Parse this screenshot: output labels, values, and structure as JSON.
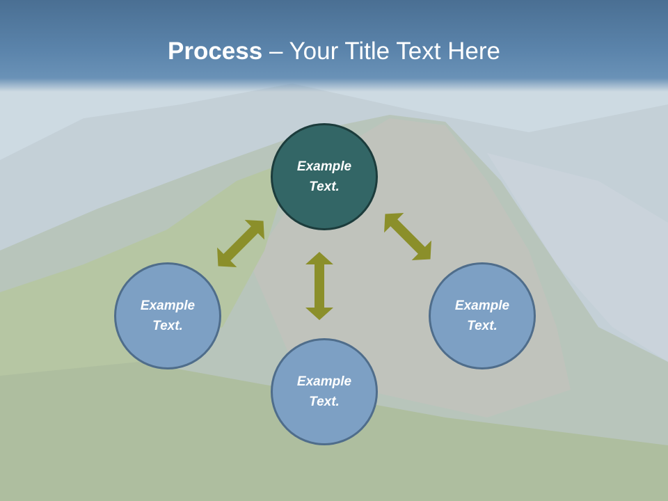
{
  "title": {
    "bold": "Process",
    "dash": " – ",
    "rest": "Your Title Text Here"
  },
  "diagram": {
    "center": {
      "line1": "Example",
      "line2": "Text."
    },
    "left": {
      "line1": "Example",
      "line2": "Text."
    },
    "right": {
      "line1": "Example",
      "line2": "Text."
    },
    "bottom": {
      "line1": "Example",
      "line2": "Text."
    }
  },
  "colors": {
    "header": "#5b84ab",
    "center_fill": "#336666",
    "node_fill": "#7da0c4",
    "arrow": "#8b8f2a"
  }
}
